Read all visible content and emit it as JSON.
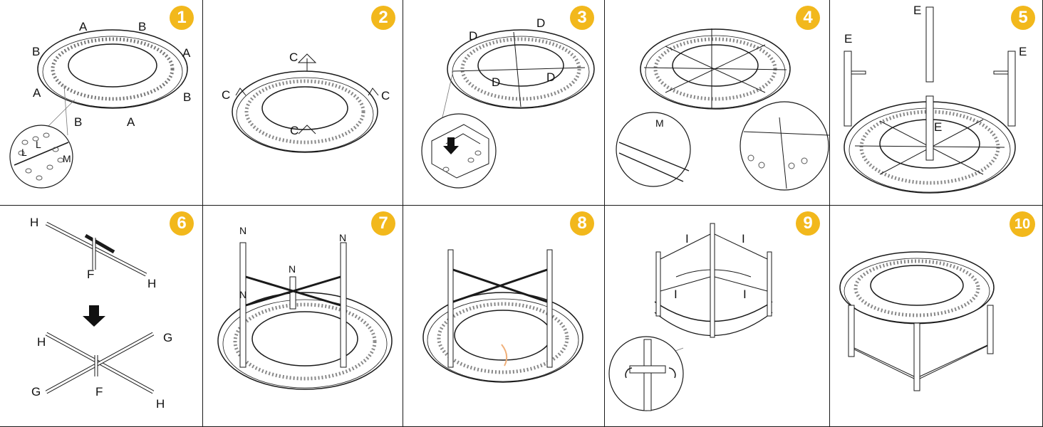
{
  "steps": [
    {
      "number": "1",
      "callouts": [
        "A",
        "B",
        "B",
        "A",
        "A",
        "B",
        "B",
        "A"
      ],
      "zoom_callouts": [
        "L",
        "L",
        "M"
      ]
    },
    {
      "number": "2",
      "callouts": [
        "C",
        "C",
        "C",
        "C"
      ]
    },
    {
      "number": "3",
      "callouts": [
        "D",
        "D",
        "D",
        "D"
      ]
    },
    {
      "number": "4",
      "callouts": [
        "M"
      ]
    },
    {
      "number": "5",
      "callouts": [
        "E",
        "E",
        "E",
        "E"
      ]
    },
    {
      "number": "6",
      "callouts": [
        "H",
        "F",
        "H",
        "H",
        "G",
        "G",
        "F",
        "H"
      ]
    },
    {
      "number": "7",
      "callouts": [
        "N",
        "N",
        "N",
        "N"
      ]
    },
    {
      "number": "8",
      "callouts": []
    },
    {
      "number": "9",
      "callouts": [
        "I",
        "I",
        "I",
        "I"
      ]
    },
    {
      "number": "10",
      "callouts": []
    }
  ],
  "colors": {
    "badge": "#f2b81c",
    "line": "#1a1a1a"
  },
  "icons": {
    "step_arrow": "down-arrow-icon",
    "rotate": "rotate-arrow-icon"
  }
}
